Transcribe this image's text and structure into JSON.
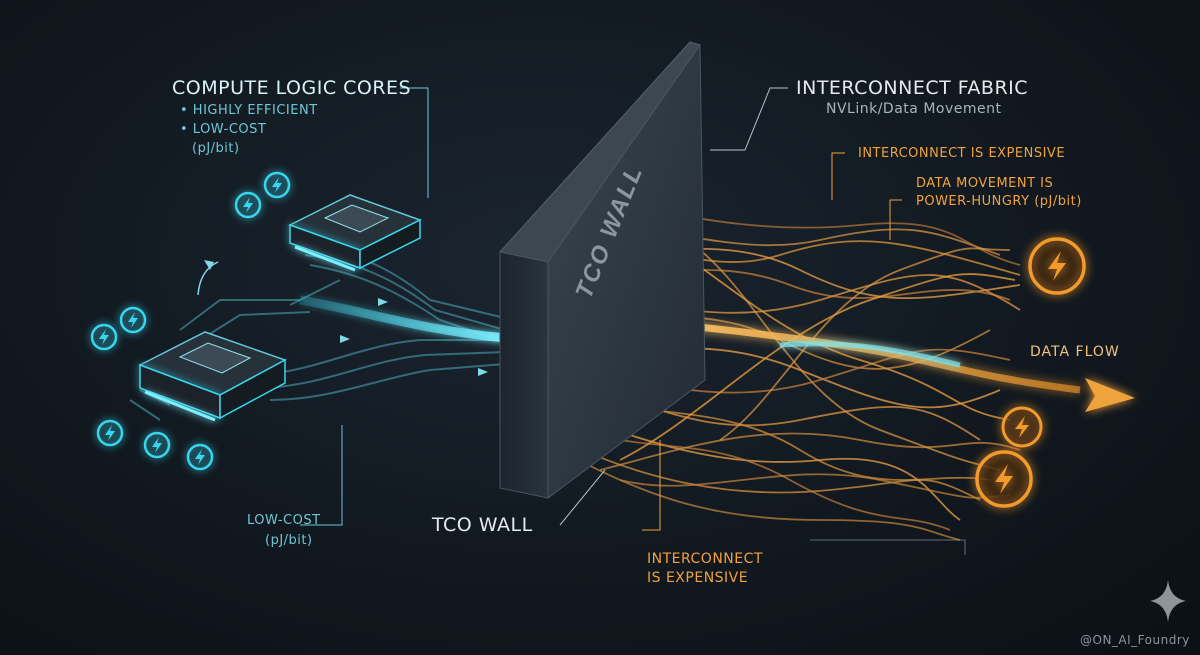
{
  "compute": {
    "title": "COMPUTE LOGIC CORES",
    "bullets": [
      "• HIGHLY EFFICIENT",
      "• LOW-COST",
      "(pJ/bit)"
    ],
    "low_cost_line1": "LOW-COST",
    "low_cost_line2": "(pJ/bit)"
  },
  "wall": {
    "face_label": "TCO WALL",
    "label": "TCO WALL"
  },
  "fabric": {
    "title": "INTERCONNECT FABRIC",
    "subtitle": "NVLink/Data Movement",
    "expensive_top": "INTERCONNECT IS EXPENSIVE",
    "power_line1": "DATA MOVEMENT IS",
    "power_line2": "POWER-HUNGRY (pJ/bit)",
    "expensive_bottom_line1": "INTERCONNECT",
    "expensive_bottom_line2": "IS EXPENSIVE",
    "flow_label": "DATA FLOW"
  },
  "credit": "@ON_AI_Foundry",
  "colors": {
    "cyan": "#38d6ee",
    "orange": "#f39a2a",
    "background": "#141c24"
  },
  "icons": [
    "lightning-icon",
    "chip-icon",
    "sparkle-icon"
  ]
}
